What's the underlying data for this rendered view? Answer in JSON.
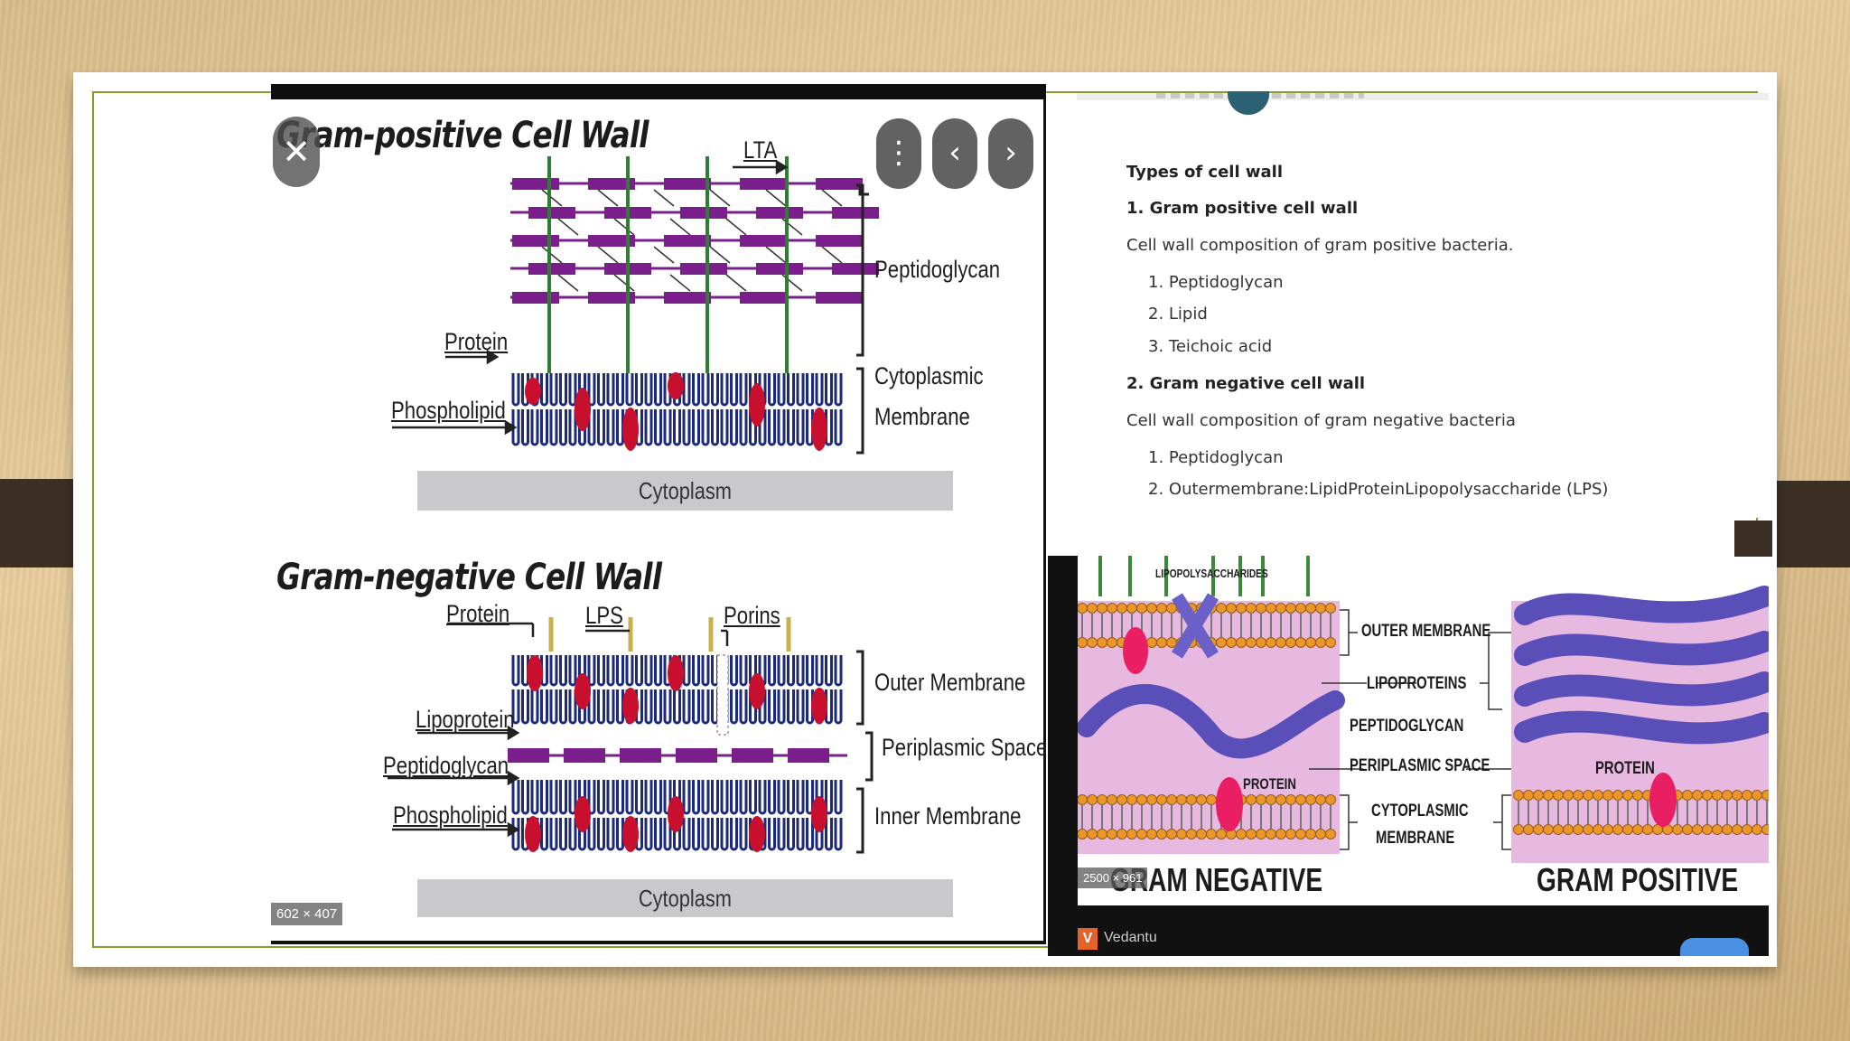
{
  "left_image": {
    "gp_title": "Gram-positive Cell Wall",
    "gn_title": "Gram-negative Cell Wall",
    "gp_labels": {
      "lta": "LTA",
      "peptidoglycan": "Peptidoglycan",
      "protein": "Protein",
      "cytoplasmic": "Cytoplasmic",
      "membrane": "Membrane",
      "phospholipid": "Phospholipid",
      "cytoplasm": "Cytoplasm"
    },
    "gn_labels": {
      "protein": "Protein",
      "lps": "LPS",
      "porins": "Porins",
      "outer_membrane": "Outer Membrane",
      "lipoprotein": "Lipoprotein",
      "periplasmic_space": "Periplasmic Space",
      "peptidoglycan": "Peptidoglycan",
      "phospholipid": "Phospholipid",
      "inner_membrane": "Inner Membrane",
      "cytoplasm": "Cytoplasm"
    },
    "size_chip": "602 × 407",
    "controls": {
      "close": "✕",
      "more": "⋮",
      "prev": "‹",
      "next": "›"
    }
  },
  "text_panel": {
    "heading": "Types of cell wall",
    "section1": "1. Gram positive cell wall",
    "section1_desc": "Cell wall composition of gram positive bacteria.",
    "section1_items": [
      "1. Peptidoglycan",
      "2. Lipid",
      "3. Teichoic acid"
    ],
    "section2": "2. Gram negative cell wall",
    "section2_desc": "Cell wall composition of gram negative bacteria",
    "section2_items": [
      "1. Peptidoglycan",
      "2. Outermembrane:LipidProteinLipopolysaccharide (LPS)"
    ]
  },
  "right_image": {
    "lipopolysaccharides": "LIPOPOLYSACCHARIDES",
    "outer_membrane": "OUTER MEMBRANE",
    "lipoproteins": "LIPOPROTEINS",
    "peptidoglycan": "PEPTIDOGLYCAN",
    "periplasmic_space": "PERIPLASMIC SPACE",
    "cytoplasmic": "CYTOPLASMIC",
    "membrane": "MEMBRANE",
    "protein_left": "PROTEIN",
    "protein_right": "PROTEIN",
    "gram_negative": "GRAM NEGATIVE",
    "gram_positive": "GRAM POSITIVE",
    "size_chip": "2500 × 961",
    "source_logo": "V",
    "source_name": "Vedantu"
  },
  "colors": {
    "peptidoglycan": "#7a1e8c",
    "membrane_blue": "#1d2a7a",
    "protein_red": "#c8102e",
    "outer_border": "#8a9a2e"
  }
}
